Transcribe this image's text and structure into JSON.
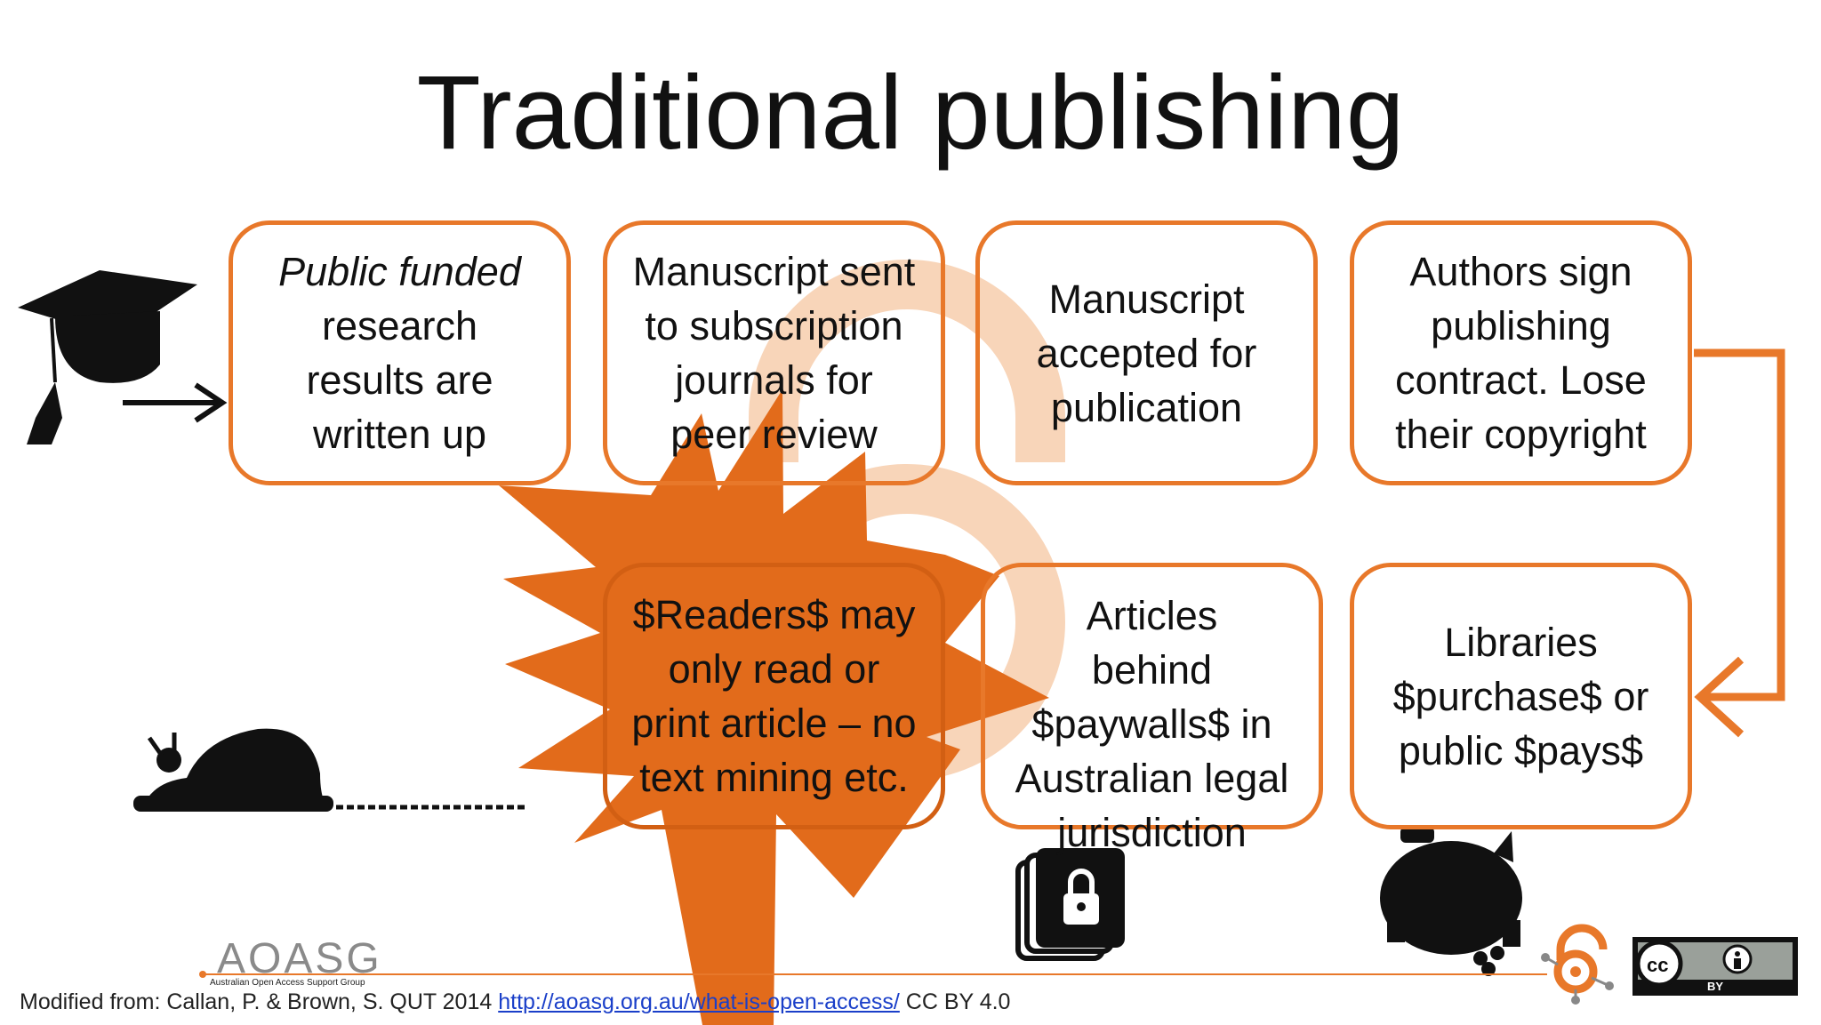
{
  "slide": {
    "title": "Traditional publishing"
  },
  "boxes": {
    "box1": {
      "italic_line": "Public funded",
      "lines": [
        "research",
        "results are",
        "written up"
      ]
    },
    "box2": {
      "lines": [
        "Manuscript sent",
        "to subscription",
        "journals for",
        "peer review"
      ]
    },
    "box3": {
      "lines": [
        "Manuscript",
        "accepted for",
        "publication"
      ]
    },
    "box4": {
      "lines": [
        "Authors sign",
        "publishing",
        "contract. Lose",
        "their copyright"
      ]
    },
    "box5": {
      "lines": [
        "$Readers$ may",
        "only read or",
        "print article – no",
        "text mining etc."
      ]
    },
    "box6": {
      "lines": [
        "Articles",
        "behind",
        "$paywalls$ in",
        "Australian legal",
        "jurisdiction"
      ]
    },
    "box7": {
      "lines": [
        "Libraries",
        "$purchase$ or",
        "public $pays$"
      ]
    }
  },
  "logo": {
    "name": "AOASG",
    "subtitle": "Australian Open Access Support Group"
  },
  "footer": {
    "prefix": "Modified from: Callan, P. & Brown, S. QUT 2014 ",
    "link": "http://aoasg.org.au/what-is-open-access/",
    "suffix": "  CC BY 4.0"
  },
  "license_badge": {
    "label": "BY"
  },
  "colors": {
    "accent": "#e8782a",
    "burst": "#e26b1b",
    "lock_watermark": "#f6c7a2"
  },
  "icons": [
    "graduation-cap-icon",
    "arrow-right-icon",
    "snail-icon",
    "starburst-icon",
    "open-access-lock-icon",
    "locked-documents-icon",
    "piggy-bank-icon",
    "creative-commons-icon"
  ]
}
